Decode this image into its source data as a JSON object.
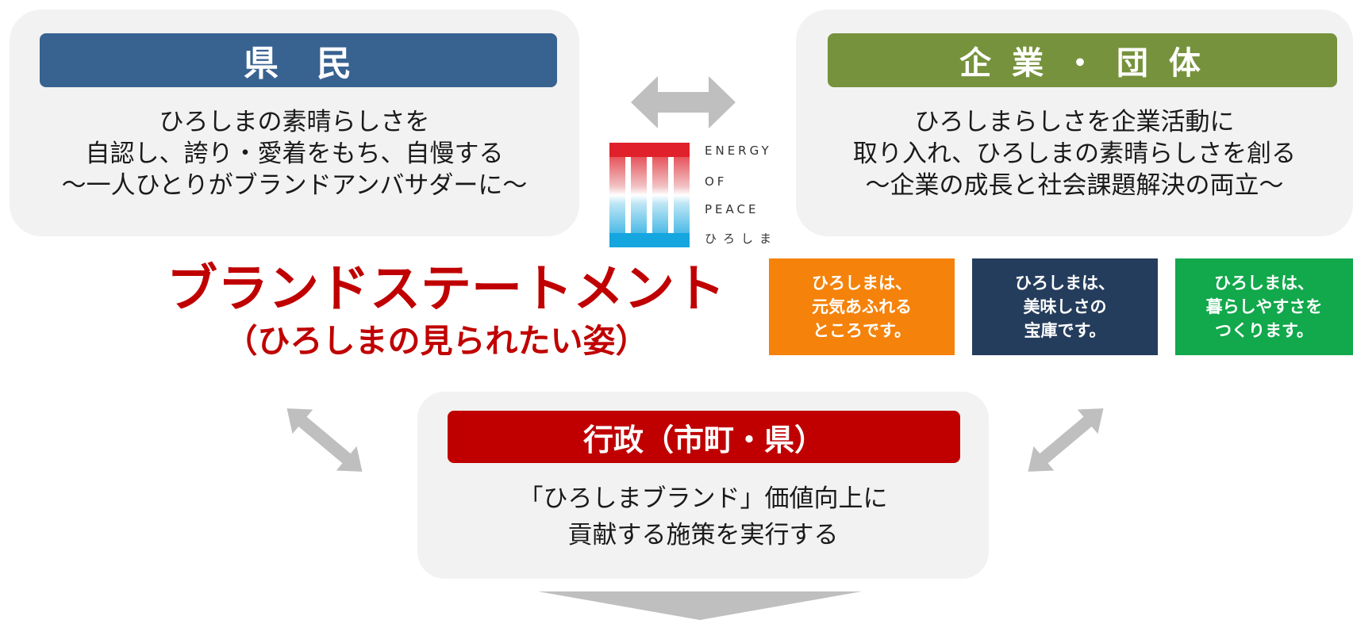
{
  "kenmin": {
    "title": "県　民",
    "lines": [
      "ひろしまの素晴らしさを",
      "自認し、誇り・愛着をもち、自慢する",
      "～一人ひとりがブランドアンバサダーに～"
    ]
  },
  "kigyo": {
    "title": "企 業 ・ 団 体",
    "lines": [
      "ひろしまらしさを企業活動に",
      "取り入れ、ひろしまの素晴らしさを創る",
      "～企業の成長と社会課題解決の両立～"
    ]
  },
  "gyosei": {
    "title": "行政（市町・県）",
    "lines": [
      "「ひろしまブランド」価値向上に",
      "貢献する施策を実行する"
    ]
  },
  "logo": {
    "lines": [
      "ENERGY",
      "OF",
      "PEACE",
      "ひろしま"
    ]
  },
  "statement": {
    "main": "ブランドステートメント",
    "sub": "（ひろしまの見られたい姿）"
  },
  "tags": [
    {
      "lines": [
        "ひろしまは、",
        "元気あふれる",
        "ところです。"
      ],
      "color": "#f5820a"
    },
    {
      "lines": [
        "ひろしまは、",
        "美味しさの",
        "宝庫です。"
      ],
      "color": "#253d5c"
    },
    {
      "lines": [
        "ひろしまは、",
        "暮らしやすさを",
        "つくります。"
      ],
      "color": "#12a84c"
    }
  ],
  "colors": {
    "kenmin": "#386290",
    "kigyo": "#76923c",
    "gyosei": "#c00000",
    "statement": "#c00000",
    "arrow": "#bfbfbf",
    "panel": "#f2f2f2"
  },
  "icons": [
    "double-arrow-horizontal",
    "double-arrow-diagonal",
    "down-arrow",
    "energy-of-peace-logo"
  ]
}
